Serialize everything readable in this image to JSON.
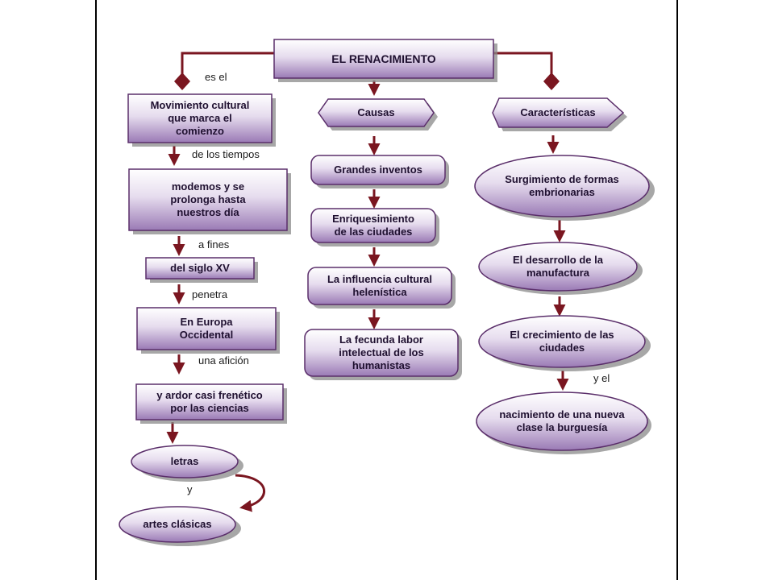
{
  "colors": {
    "arrow": "#7a1620",
    "node_fill_top": "#ffffff",
    "node_fill_bottom": "#9a7ab5",
    "node_stroke": "#5a2e6a",
    "shadow": "#8a8a8a",
    "text": "#1f1030"
  },
  "nodes": {
    "renacimiento": "EL RENACIMIENTO",
    "movimiento": "Movimiento cultural\nque marca el\ncomienzo",
    "modernos": "modemos y se\nprolonga hasta\nnuestros día",
    "siglo": "del siglo XV",
    "europa": "En Europa\nOccidental",
    "ardor": "y ardor casi frenético\npor las ciencias",
    "letras": "letras",
    "artes": "artes clásicas",
    "causas": "Causas",
    "inventos": "Grandes inventos",
    "enriquecimiento": "Enriquesimiento\nde las ciudades",
    "influencia": "La influencia cultural\nhelenística",
    "fecunda": "La fecunda labor\nintelectual de los\nhumanistas",
    "caracteristicas": "Características",
    "surgimiento": "Surgimiento de formas\nembrionarias",
    "desarrollo": "El desarrollo de la\nmanufactura",
    "crecimiento": "El crecimiento de las\nciudades",
    "nacimiento": "nacimiento de una nueva\nclase la burguesía"
  },
  "edge_labels": {
    "es_el": "es el",
    "tiempos": "de los tiempos",
    "a_fines": "a fines",
    "penetra": "penetra",
    "aficion": "una afición",
    "y": "y",
    "y_el": "y el"
  }
}
